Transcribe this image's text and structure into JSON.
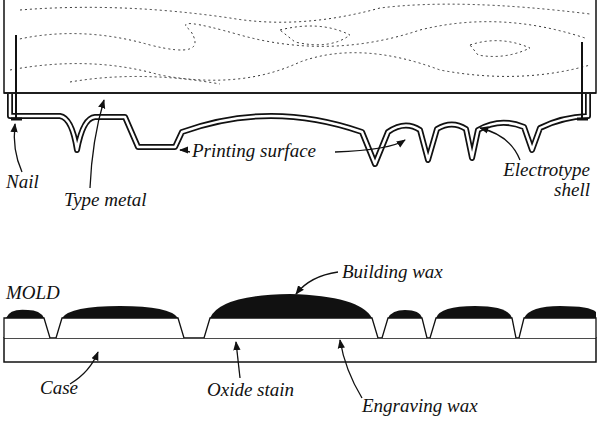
{
  "diagram": {
    "labels": [
      "Nail",
      "Type metal",
      "Printing surface",
      "Electrotype shell",
      "MOLD",
      "Building wax",
      "Case",
      "Oxide stain",
      "Engraving wax"
    ]
  }
}
